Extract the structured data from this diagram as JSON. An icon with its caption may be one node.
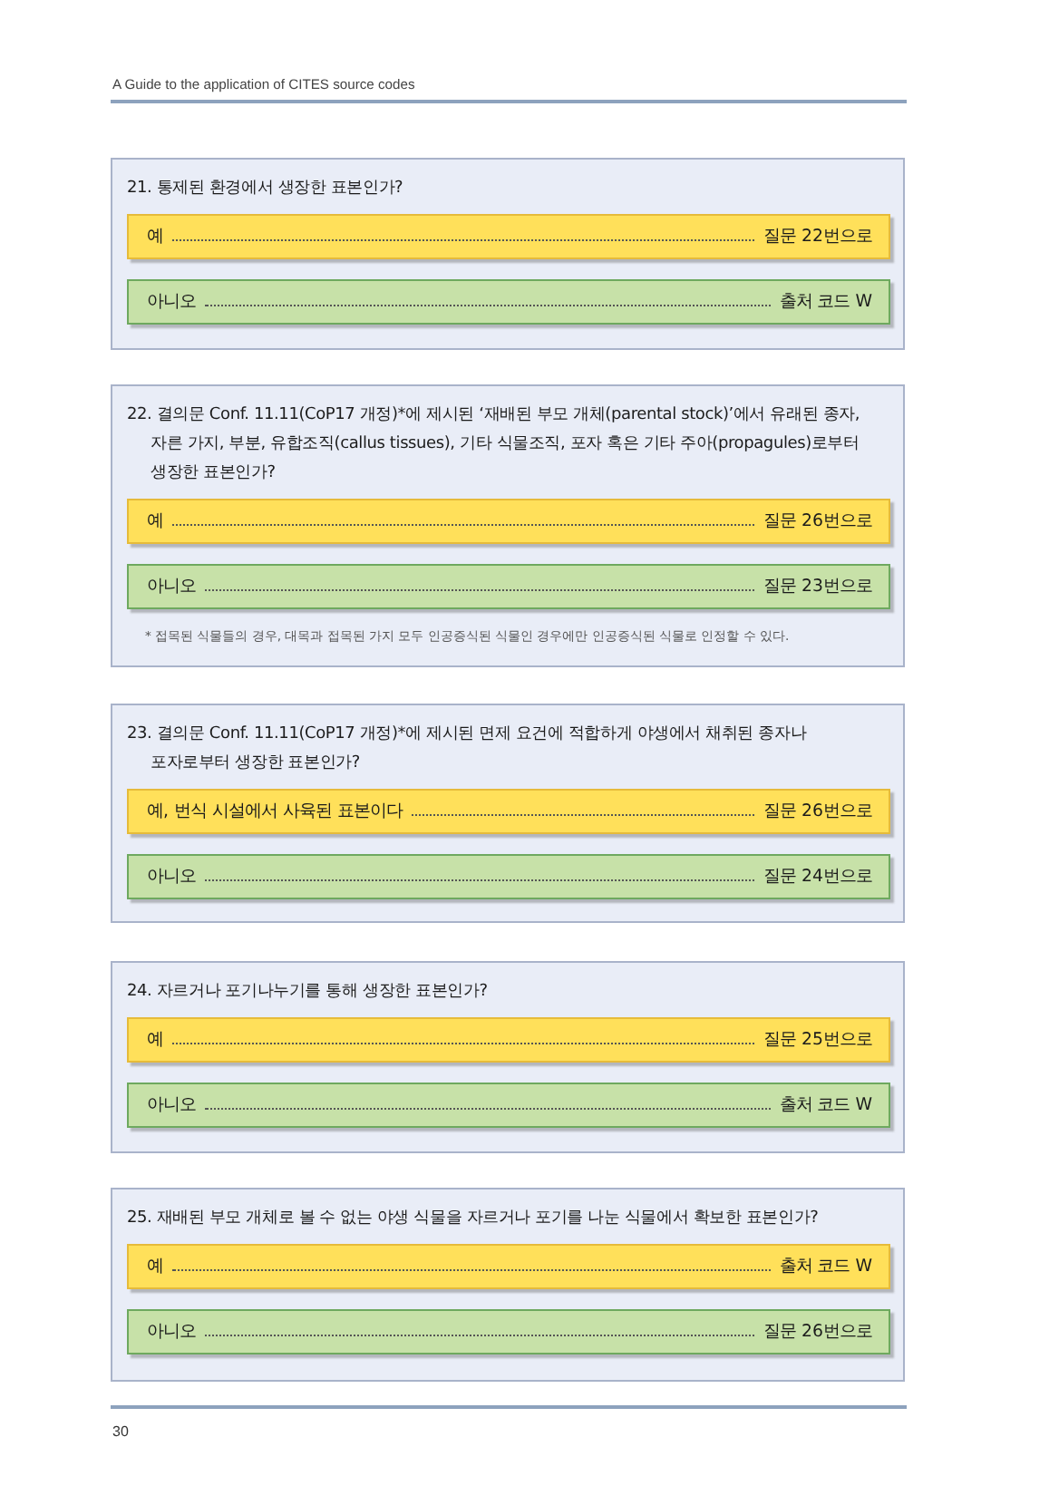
{
  "diagram": {
    "title": "A Guide to the application of CITES source codes",
    "nodes": [
      {
        "text": [
          "21. 통제된 환경에서 생장한 표본인가?"
        ]
      },
      {
        "text": [
          "예",
          "질문 22번으로"
        ],
        "in": 0
      },
      {
        "text": [
          "아니오",
          "출처 코드 W"
        ],
        "in": 0
      },
      {
        "text": [
          "22. 결의문 Conf. 11.11(CoP17 개정)*에 제시된 ‘재배된 부모 개체(parental stock)’에서 유래된 종자, 자른 가지, 부분, 유합조직(callus tissues), 기타 식물조직, 포자 혹은 기타 주아(propagules)로부터 생장한 표본인가?",
          "* 접목된 식물들의 경우, 대목과 접목된 가지 모두 인공증식된 식물인 경우에만 인공증식된 식물로 인정할 수 있다."
        ]
      },
      {
        "text": [
          "예",
          "질문 26번으로"
        ],
        "in": 3
      },
      {
        "text": [
          "아니오",
          "질문 23번으로"
        ],
        "in": 3
      },
      {
        "text": [
          "23. 결의문 Conf. 11.11(CoP17 개정)*에 제시된 면제 요건에 적합하게 야생에서 채취된 종자나 포자로부터 생장한 표본인가?"
        ]
      },
      {
        "text": [
          "예, 번식 시설에서 사육된 표본이다",
          "질문 26번으로"
        ],
        "in": 6
      },
      {
        "text": [
          "아니오",
          "질문 24번으로"
        ],
        "in": 6
      },
      {
        "text": [
          "24. 자르거나 포기나누기를 통해 생장한 표본인가?"
        ]
      },
      {
        "text": [
          "예",
          "질문 25번으로"
        ],
        "in": 9
      },
      {
        "text": [
          "아니오",
          "출처 코드 W"
        ],
        "in": 9
      },
      {
        "text": [
          "25. 재배된 부모 개체로 볼 수 없는 야생 식물을 자르거나 포기를 나눈 식물에서 확보한 표본인가?"
        ]
      },
      {
        "text": [
          "예",
          "출처 코드 W"
        ],
        "in": 12
      },
      {
        "text": [
          "아니오",
          "질문 26번으로"
        ],
        "in": 12
      }
    ],
    "labels": [
      "30"
    ]
  }
}
